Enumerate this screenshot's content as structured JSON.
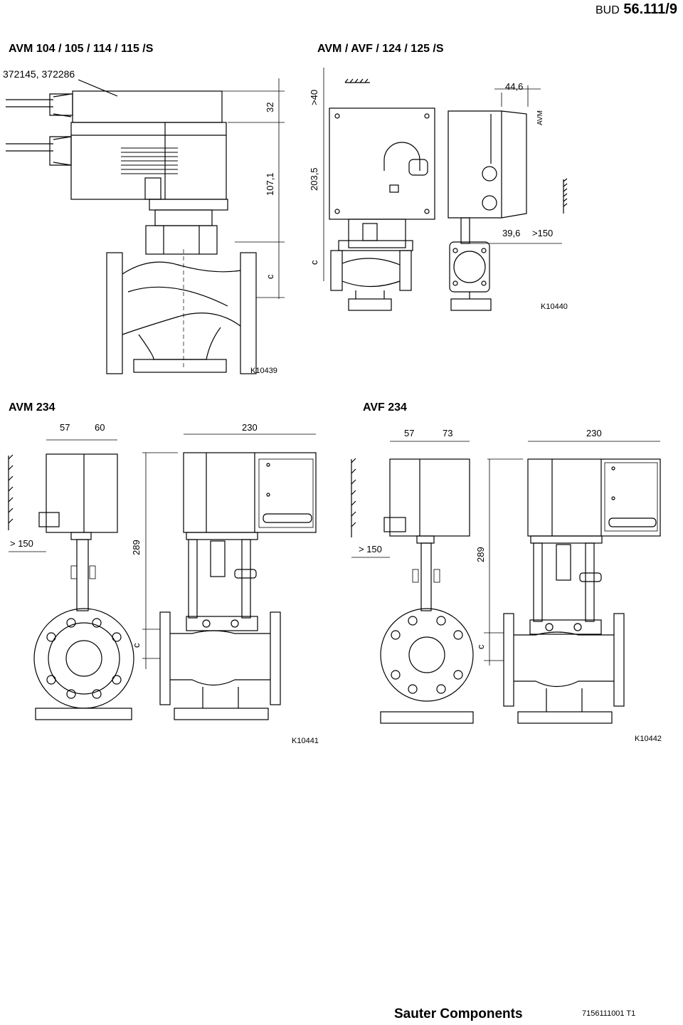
{
  "header": {
    "bud": "BUD",
    "doc_number": "56.111/9"
  },
  "titles": {
    "top_left": "AVM 104 / 105 / 114 / 115 /S",
    "top_right": "AVM / AVF / 124 / 125 /S",
    "bottom_left": "AVM 234",
    "bottom_right": "AVF 234"
  },
  "parts_label": "372145, 372286",
  "dims_top": {
    "d32": "32",
    "d107": "107,1",
    "c1": "c",
    "gt40": ">40",
    "d203": "203,5",
    "c2": "c",
    "d44": "44,6",
    "avm": "AVM",
    "d39": "39,6",
    "gt150": ">150"
  },
  "dims_bottom": {
    "l57": "57",
    "l60": "60",
    "l230": "230",
    "lgt150": "> 150",
    "l289": "289",
    "lc": "c",
    "r57": "57",
    "r73": "73",
    "r230": "230",
    "rgt150": "> 150",
    "r289": "289",
    "rc": "c"
  },
  "drawing_codes": {
    "k10439": "K10439",
    "k10440": "K10440",
    "k10441": "K10441",
    "k10442": "K10442"
  },
  "footer": {
    "brand": "Sauter Components",
    "code": "7156111001  T1"
  }
}
